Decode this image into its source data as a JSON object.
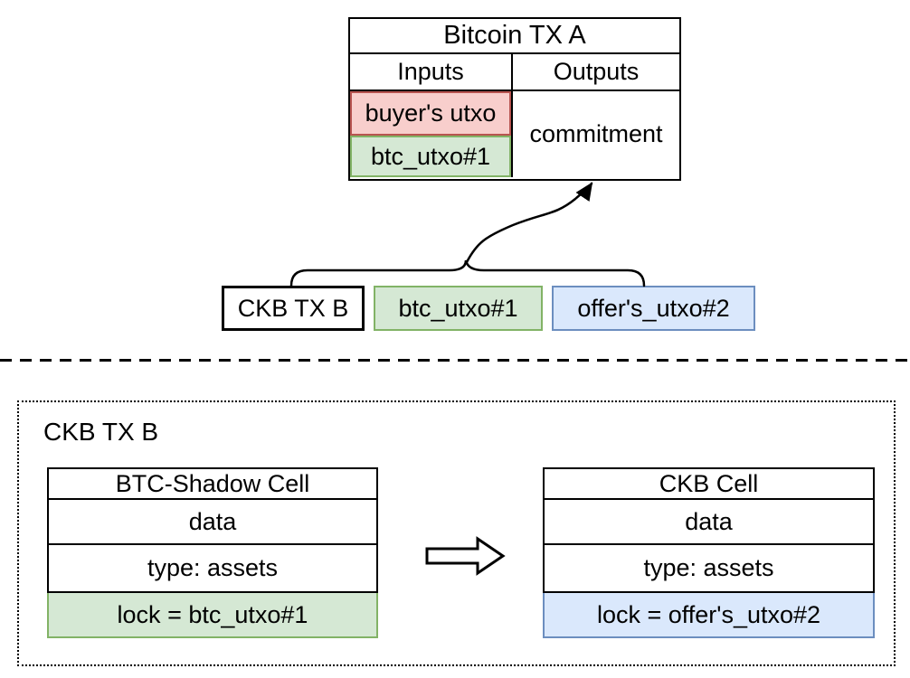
{
  "colors": {
    "red_fill": "#f8cecc",
    "red_stroke": "#b85450",
    "green_fill": "#d5e8d4",
    "green_stroke": "#82b366",
    "blue_fill": "#dae8fc",
    "blue_stroke": "#6c8ebf",
    "line": "#000000"
  },
  "bitcoin_table": {
    "title": "Bitcoin TX A",
    "col_inputs": "Inputs",
    "col_outputs": "Outputs",
    "input_cells": [
      {
        "label": "buyer's utxo"
      },
      {
        "label": "btc_utxo#1"
      }
    ],
    "output_cell": "commitment"
  },
  "commitment_inputs_row": {
    "tx_label": "CKB TX B",
    "items": [
      {
        "label": "btc_utxo#1"
      },
      {
        "label": "offer's_utxo#2"
      }
    ]
  },
  "ckb_tx_detail": {
    "title": "CKB TX B",
    "shadow_cell": {
      "title": "BTC-Shadow Cell",
      "rows": [
        "data",
        "type: assets"
      ],
      "lock": "lock = btc_utxo#1"
    },
    "ckb_cell": {
      "title": "CKB Cell",
      "rows": [
        "data",
        "type: assets"
      ],
      "lock": "lock = offer's_utxo#2"
    }
  }
}
